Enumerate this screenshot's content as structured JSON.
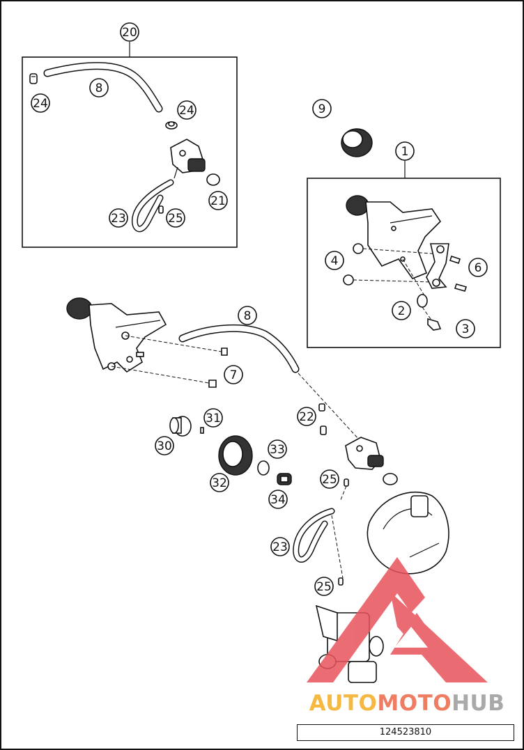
{
  "diagram": {
    "drawing_number": "124523810",
    "callouts": {
      "c20": "20",
      "c8_top": "8",
      "c24_left": "24",
      "c24_right": "24",
      "c21": "21",
      "c23_top": "23",
      "c25_top": "25",
      "c9": "9",
      "c1": "1",
      "c4": "4",
      "c6": "6",
      "c2": "2",
      "c3": "3",
      "c8_mid": "8",
      "c7": "7",
      "c31": "31",
      "c30": "30",
      "c22": "22",
      "c33": "33",
      "c32": "32",
      "c25_mid": "25",
      "c34": "34",
      "c23_bottom": "23",
      "c25_bottom": "25"
    }
  },
  "watermark": {
    "part1": "AUTO",
    "part2": "MOTO",
    "part3": "HUB"
  },
  "colors": {
    "watermark_red": "#e8525a",
    "watermark_yellow": "#f5b942",
    "watermark_salmon": "#ef7d62",
    "watermark_gray": "#a9a9a9"
  }
}
